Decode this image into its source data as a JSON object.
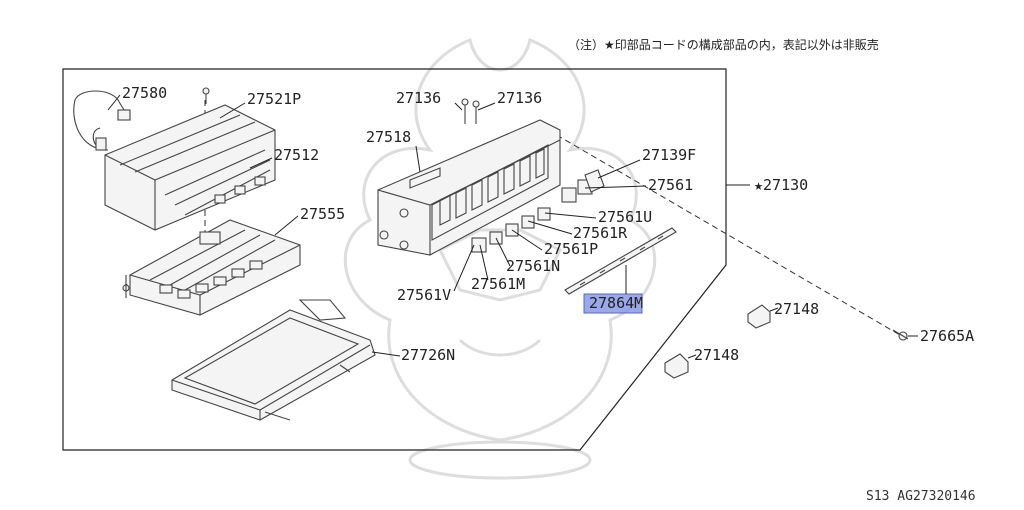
{
  "note": "（注）★印部品コードの構成部品の内，表記以外は非販売",
  "diagram_code": "S13  AG27320146",
  "highlight_color": "#8a9ae6",
  "labels": {
    "p27580": "27580",
    "p27521P": "27521P",
    "p27512": "27512",
    "p27555": "27555",
    "p27726N": "27726N",
    "p27136a": "27136",
    "p27136b": "27136",
    "p27518": "27518",
    "p27139F": "27139F",
    "p27561": "27561",
    "p27130": "★27130",
    "p27561U": "27561U",
    "p27561R": "27561R",
    "p27561P": "27561P",
    "p27561N": "27561N",
    "p27561M": "27561M",
    "p27561V": "27561V",
    "p27864M": "27864M",
    "p27148a": "27148",
    "p27148b": "27148",
    "p27665A": "27665A"
  }
}
